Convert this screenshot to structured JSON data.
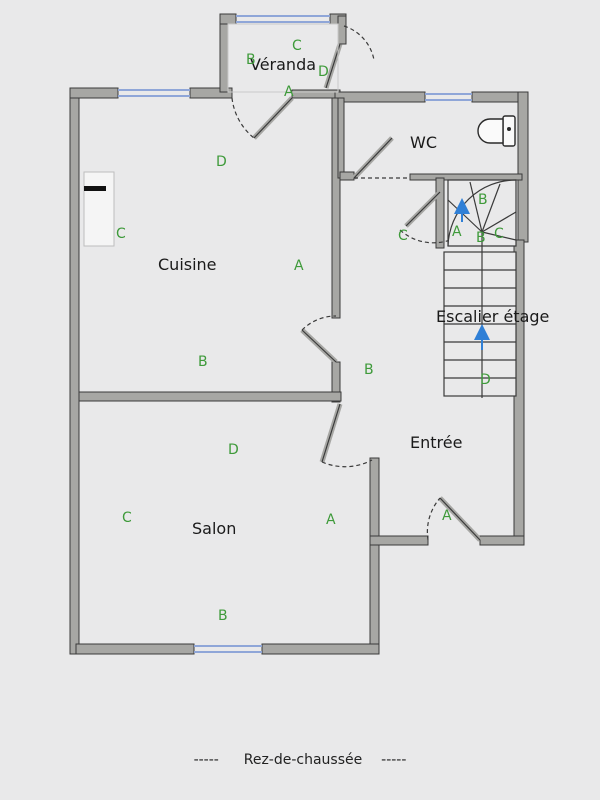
{
  "plan": {
    "level_caption": "Rez-de-chaussée",
    "caption_dashes": "-----",
    "rooms": [
      {
        "id": "veranda",
        "label": "Véranda"
      },
      {
        "id": "wc",
        "label": "WC"
      },
      {
        "id": "cuisine",
        "label": "Cuisine"
      },
      {
        "id": "salon",
        "label": "Salon"
      },
      {
        "id": "entree",
        "label": "Entrée"
      },
      {
        "id": "escalier",
        "label": "Escalier étage"
      }
    ],
    "wall_letters": {
      "veranda": [
        "B",
        "C",
        "D",
        "A"
      ],
      "cuisine": [
        "D",
        "C",
        "A",
        "B"
      ],
      "salon": [
        "D",
        "C",
        "A",
        "B"
      ],
      "entree": [
        "B",
        "A"
      ],
      "escalier": [
        "B",
        "A",
        "B",
        "C",
        "C",
        "D"
      ]
    },
    "colors": {
      "wall_fill": "#a7a7a4",
      "wall_edge": "#3a3a3a",
      "window": "#8fa6d8",
      "wall_letter": "#3e9a3a",
      "arrow": "#2f7fd6",
      "background": "#e9e9ea"
    }
  }
}
